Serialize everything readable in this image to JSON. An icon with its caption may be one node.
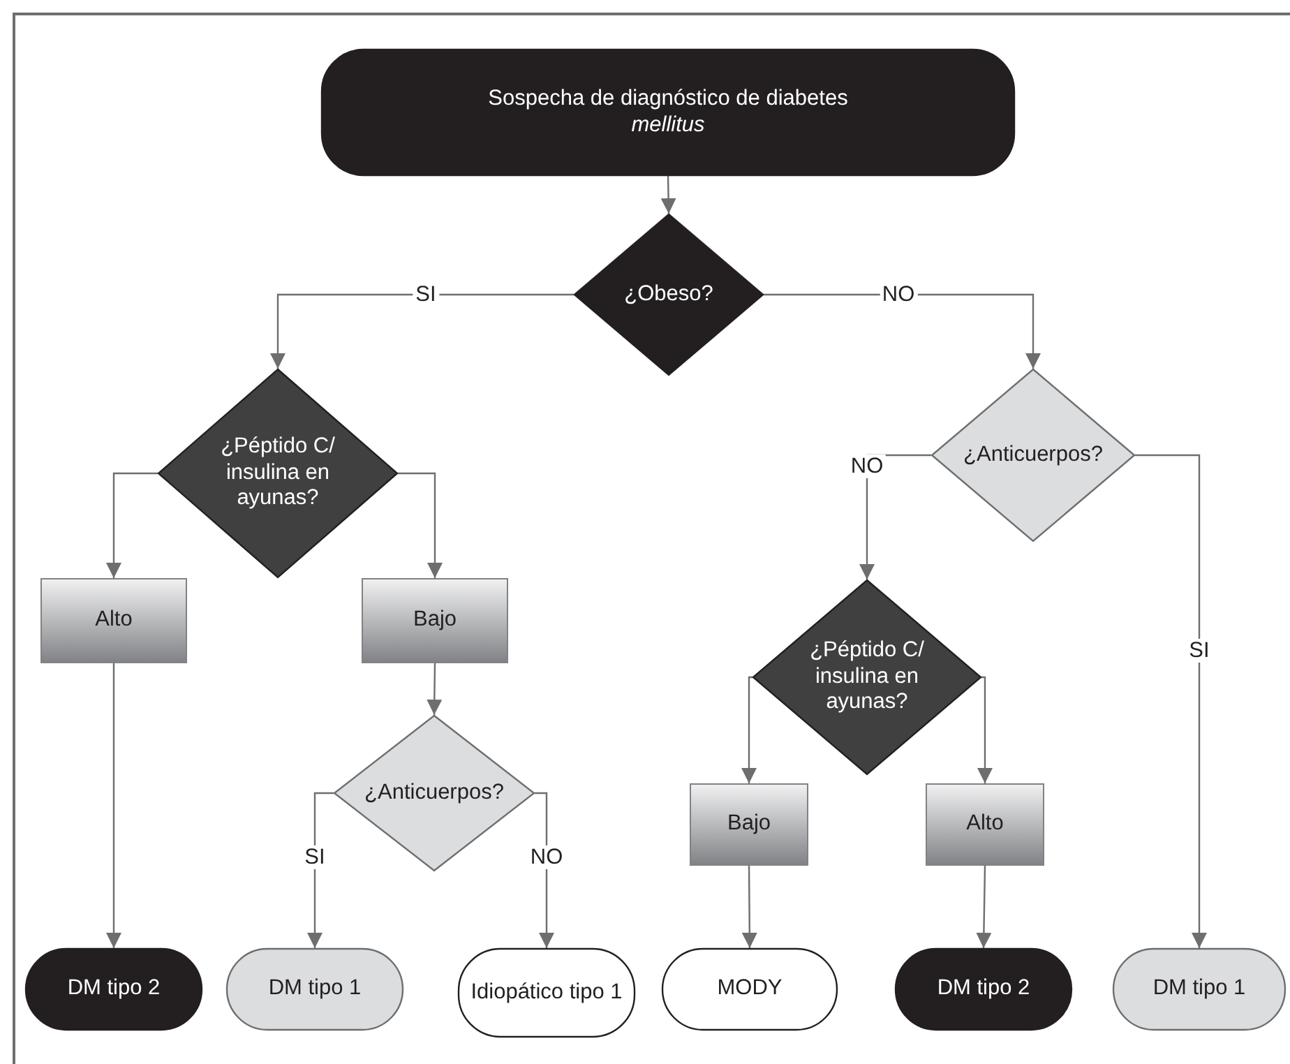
{
  "diagram": {
    "nodes": [
      {
        "text": [
          "Sospecha de diagnóstico de diabetes *mellitus*"
        ]
      },
      {
        "text": [
          "¿Obeso?"
        ]
      },
      {
        "text": [
          "¿Péptido C/ insulina en ayunas?"
        ]
      },
      {
        "text": [
          "Alto"
        ]
      },
      {
        "text": [
          "Bajo"
        ]
      },
      {
        "text": [
          "¿Anticuerpos?"
        ]
      },
      {
        "text": [
          "DM tipo 2"
        ]
      },
      {
        "text": [
          "DM tipo 1"
        ]
      },
      {
        "text": [
          "Idiopático tipo 1"
        ]
      },
      {
        "text": [
          "¿Anticuerpos?"
        ]
      },
      {
        "text": [
          "¿Péptido C/ insulina en ayunas?"
        ]
      },
      {
        "text": [
          "Bajo"
        ]
      },
      {
        "text": [
          "Alto"
        ]
      },
      {
        "text": [
          "MODY"
        ]
      },
      {
        "text": [
          "DM tipo 2"
        ]
      },
      {
        "text": [
          "DM tipo 1"
        ]
      }
    ],
    "edges": [
      {
        "from": 0,
        "to": 1,
        "arrow": "to"
      },
      {
        "from": 1,
        "to": 2,
        "arrow": "to",
        "label": "SI"
      },
      {
        "from": 1,
        "to": 9,
        "arrow": "to",
        "label": "NO"
      },
      {
        "from": 2,
        "to": 3,
        "arrow": "to"
      },
      {
        "from": 2,
        "to": 4,
        "arrow": "to"
      },
      {
        "from": 3,
        "to": 6,
        "arrow": "to"
      },
      {
        "from": 4,
        "to": 5,
        "arrow": "to"
      },
      {
        "from": 5,
        "to": 7,
        "arrow": "to",
        "label": "SI"
      },
      {
        "from": 5,
        "to": 8,
        "arrow": "to",
        "label": "NO"
      },
      {
        "from": 9,
        "to": 10,
        "arrow": "to",
        "label": "NO"
      },
      {
        "from": 9,
        "to": 15,
        "arrow": "to",
        "label": "SI"
      },
      {
        "from": 10,
        "to": 11,
        "arrow": "to"
      },
      {
        "from": 10,
        "to": 12,
        "arrow": "to"
      },
      {
        "from": 11,
        "to": 13,
        "arrow": "to"
      },
      {
        "from": 12,
        "to": 14,
        "arrow": "to"
      }
    ]
  }
}
